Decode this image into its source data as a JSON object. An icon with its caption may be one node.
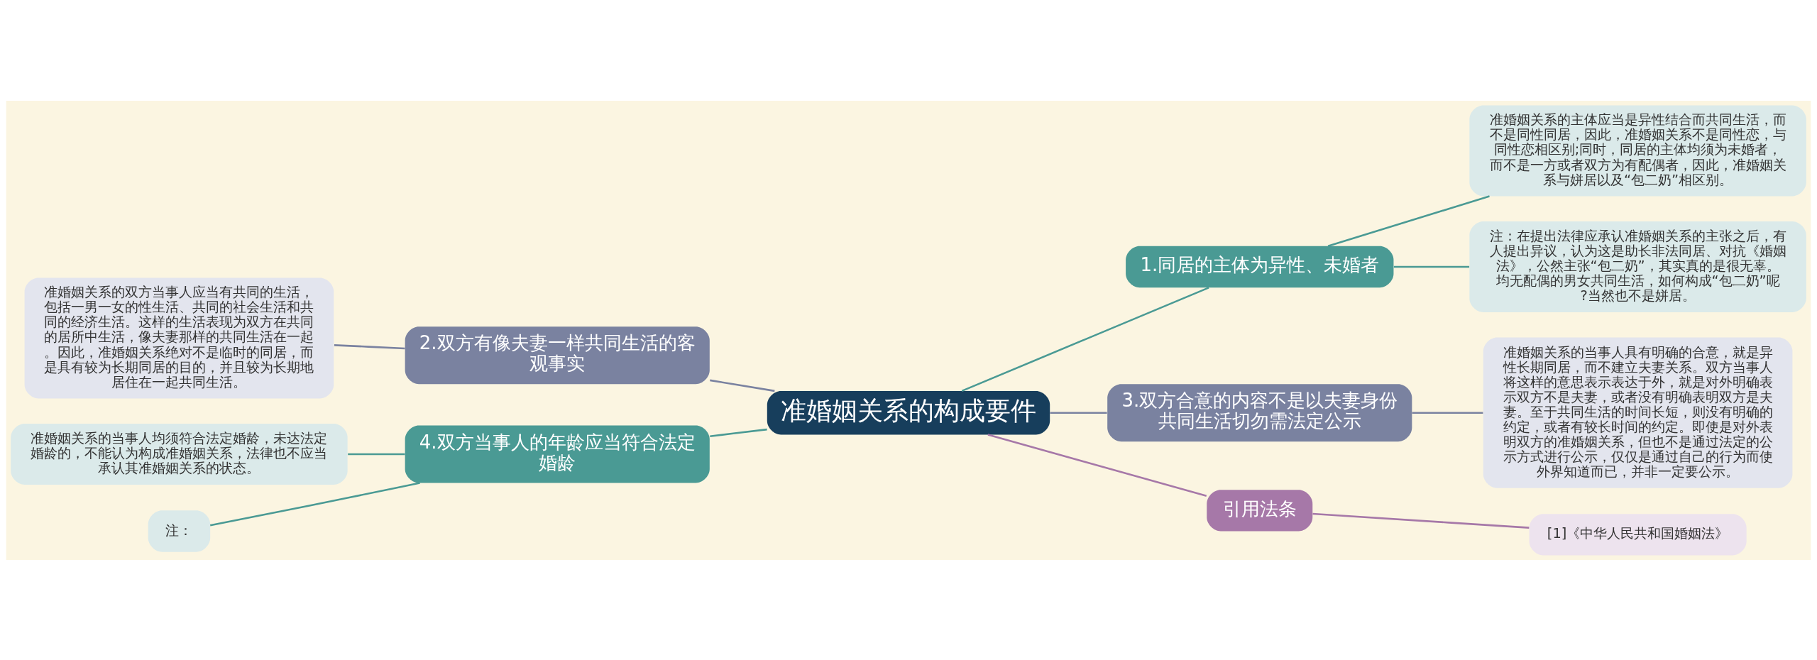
{
  "diagram": {
    "nodes": [
      {
        "text": [
          "准婚姻关系的构成要件"
        ]
      },
      {
        "text": [
          "1.同居的主体为异性、未婚者"
        ]
      },
      {
        "text": [
          "准婚姻关系的主体应当是异性结合而共同生活，而不是同性同居，因此，准婚姻关系不是同性恋，与同性恋相区别;同时，同居的主体均须为未婚者，而不是一方或者双方为有配偶者，因此，准婚姻关系与姘居以及“包二奶”相区别。"
        ]
      },
      {
        "text": [
          "注：在提出法律应承认准婚姻关系的主张之后，有人提出异议，认为这是助长非法同居、对抗《婚姻法》，公然主张“包二奶”，其实真的是很无辜。均无配偶的男女共同生活，如何构成“包二奶”呢?当然也不是姘居。"
        ]
      },
      {
        "text": [
          "2.双方有像夫妻一样共同生活的客观事实"
        ]
      },
      {
        "text": [
          "准婚姻关系的双方当事人应当有共同的生活，包括一男一女的性生活、共同的社会生活和共同的经济生活。这样的生活表现为双方在共同的居所中生活，像夫妻那样的共同生活在一起。因此，准婚姻关系绝对不是临时的同居，而是具有较为长期同居的目的，并且较为长期地居住在一起共同生活。"
        ]
      },
      {
        "text": [
          "3.双方合意的内容不是以夫妻身份共同生活切勿需法定公示"
        ]
      },
      {
        "text": [
          "准婚姻关系的当事人具有明确的合意，就是异性长期同居，而不建立夫妻关系。双方当事人将这样的意思表示表达于外，就是对外明确表示双方不是夫妻，或者没有明确表明双方是夫妻。至于共同生活的时间长短，则没有明确的约定，或者有较长时间的约定。即使是对外表明双方的准婚姻关系，但也不是通过法定的公示方式进行公示，仅仅是通过自己的行为而使外界知道而已，并非一定要公示。"
        ]
      },
      {
        "text": [
          "4.双方当事人的年龄应当符合法定婚龄"
        ]
      },
      {
        "text": [
          "准婚姻关系的当事人均须符合法定婚龄，未达法定婚龄的，不能认为构成准婚姻关系，法律也不应当承认其准婚姻关系的状态。"
        ]
      },
      {
        "text": [
          "注："
        ]
      },
      {
        "text": [
          "引用法条"
        ]
      },
      {
        "text": [
          "[1]《中华人民共和国婚姻法》"
        ]
      }
    ],
    "edges": [
      {
        "from": 0,
        "to": 1,
        "arrow": "none"
      },
      {
        "from": 1,
        "to": 2,
        "arrow": "none"
      },
      {
        "from": 1,
        "to": 3,
        "arrow": "none"
      },
      {
        "from": 0,
        "to": 4,
        "arrow": "none",
        "color": "#7a82a0"
      },
      {
        "from": 4,
        "to": 5,
        "arrow": "none",
        "color": "#7a82a0"
      },
      {
        "from": 0,
        "to": 6,
        "arrow": "none",
        "color": "#7a82a0"
      },
      {
        "from": 6,
        "to": 7,
        "arrow": "none",
        "color": "#7a82a0"
      },
      {
        "from": 0,
        "to": 8,
        "arrow": "none"
      },
      {
        "from": 8,
        "to": 9,
        "arrow": "none"
      },
      {
        "from": 8,
        "to": 10,
        "arrow": "none"
      },
      {
        "from": 0,
        "to": 11,
        "arrow": "none",
        "color": "#a678a8"
      },
      {
        "from": 11,
        "to": 12,
        "arrow": "none",
        "color": "#a678a8"
      }
    ]
  }
}
